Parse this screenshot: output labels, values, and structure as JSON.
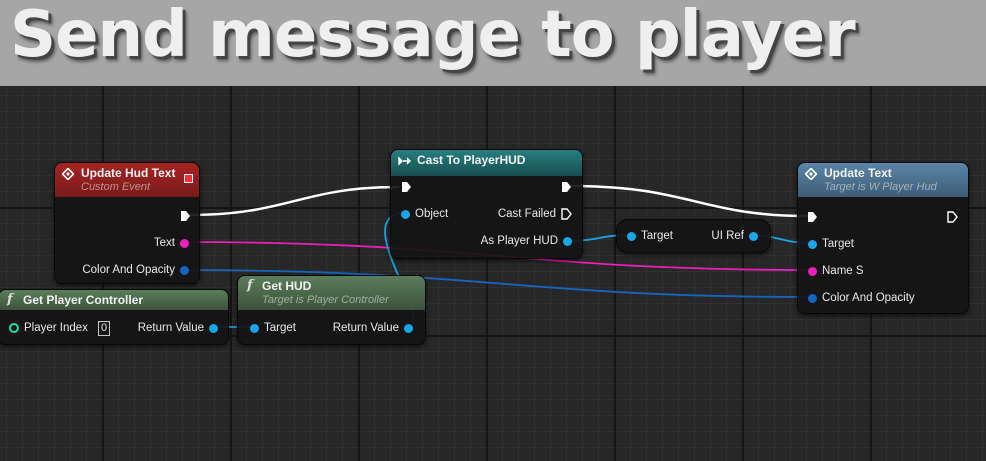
{
  "banner": {
    "title": "Send message to player"
  },
  "colors": {
    "exec": "#ffffff",
    "object_pin": "#17a7e8",
    "text_pin": "#ee1fb9",
    "struct_pin": "#1565c0",
    "integer_pin": "#1de0a4",
    "event_header": "#8e1d1d",
    "function_header": "#4f6b4f",
    "cast_header": "#1f6768",
    "target_header": "#496b86"
  },
  "nodes": {
    "update_hud_text": {
      "title": "Update Hud Text",
      "subtitle": "Custom Event",
      "icon": "event-diamond-icon",
      "pin_text": "Text",
      "pin_color": "Color And Opacity"
    },
    "cast_to_player_hud": {
      "title": "Cast To PlayerHUD",
      "icon": "cast-arrow-icon",
      "pin_object": "Object",
      "pin_cast_failed": "Cast Failed",
      "pin_as_player_hud": "As Player HUD"
    },
    "update_text": {
      "title": "Update Text",
      "subtitle": "Target is W Player Hud",
      "icon": "function-diamond-icon",
      "pin_target": "Target",
      "pin_name": "Name S",
      "pin_color": "Color And Opacity"
    },
    "get_player_controller": {
      "title": "Get Player Controller",
      "icon": "function-f-icon",
      "pin_player_index": "Player Index",
      "player_index_value": "0",
      "pin_return": "Return Value"
    },
    "get_hud": {
      "title": "Get HUD",
      "subtitle": "Target is Player Controller",
      "icon": "function-f-icon",
      "pin_target": "Target",
      "pin_return": "Return Value"
    },
    "ui_ref": {
      "pin_target": "Target",
      "pin_ui_ref": "UI Ref"
    }
  }
}
